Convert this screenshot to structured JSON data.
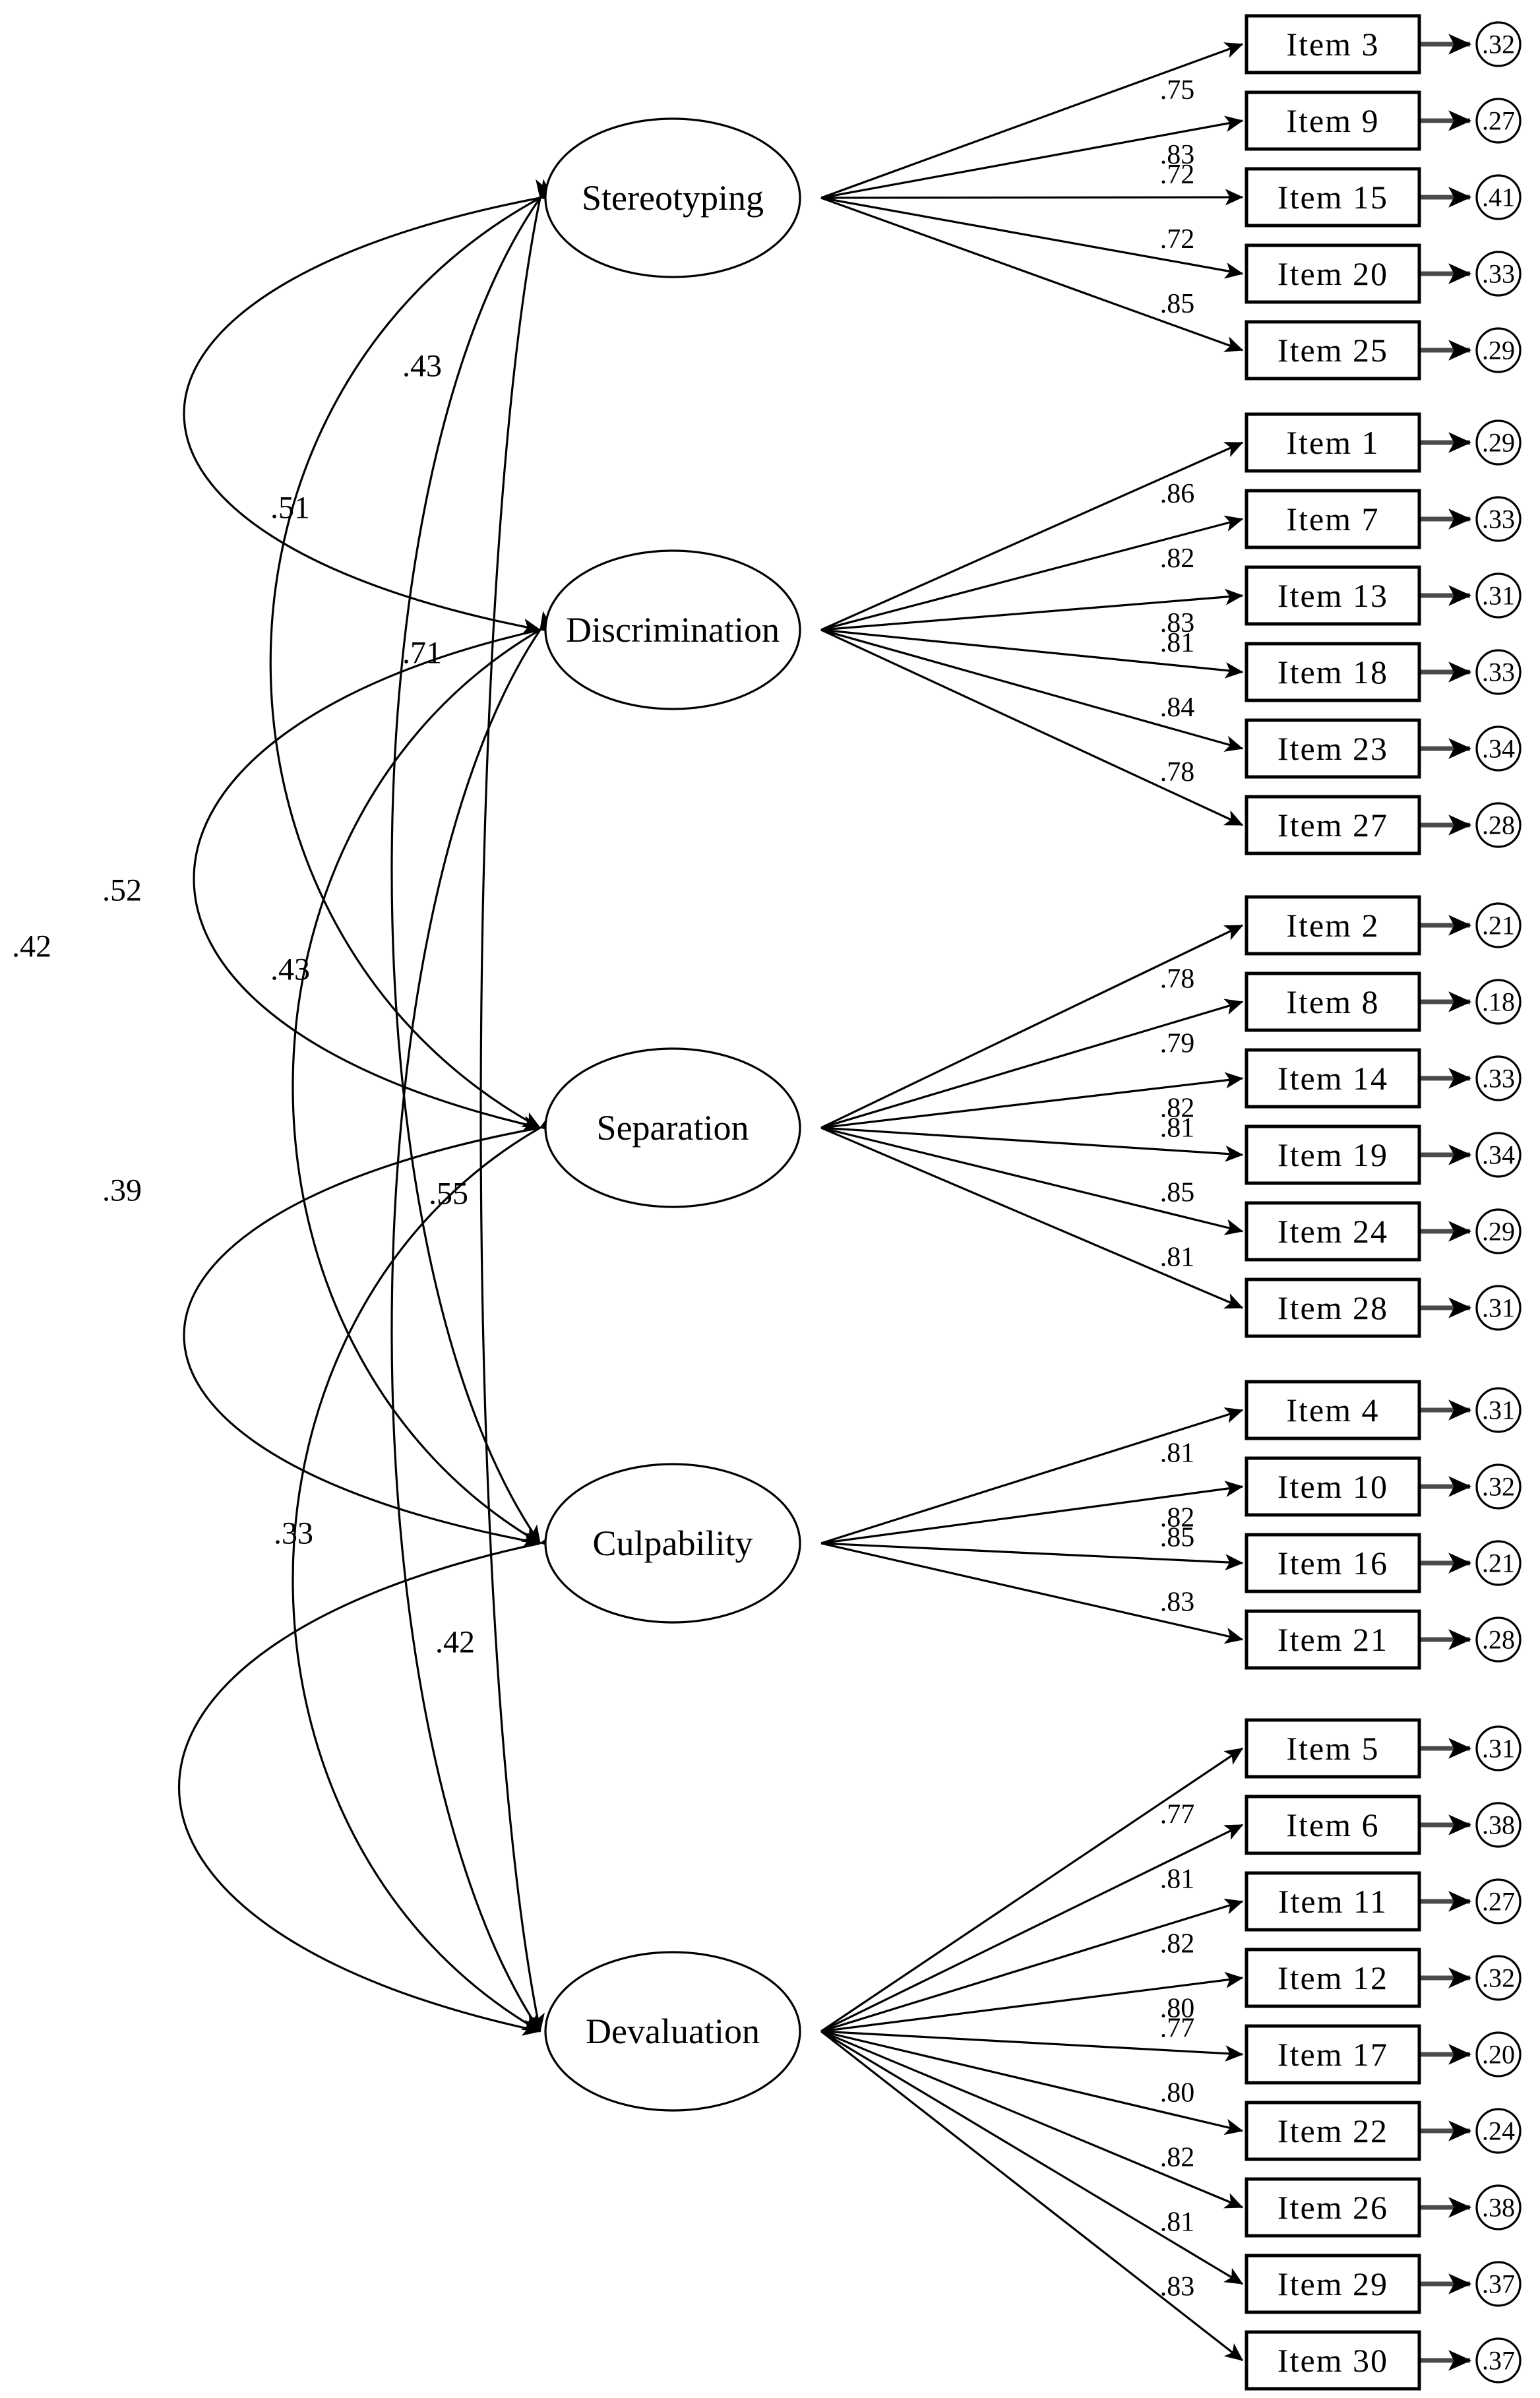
{
  "diagram": {
    "type": "cfa-path-diagram",
    "title": "Five-factor confirmatory factor analysis measurement model",
    "notation": {
      "latent_shape": "ellipse",
      "observed_shape": "rectangle",
      "residual_shape": "circle",
      "loading_arrow": "single-headed",
      "correlation_arrow": "double-headed-curve"
    },
    "colors": {
      "stroke": "#000000",
      "fill": "#ffffff",
      "residual_edge": "#4a4a4a"
    }
  },
  "chart_data": {
    "type": "diagram",
    "title": "Five-factor measurement model with standardized loadings and residuals",
    "factors": [
      {
        "id": "stereotyping",
        "name": "Stereotyping",
        "indicators": [
          {
            "label": "Item 3",
            "loading": ".75",
            "residual": ".32"
          },
          {
            "label": "Item 9",
            "loading": ".83",
            "residual": ".27"
          },
          {
            "label": "Item 15",
            "loading": ".72",
            "residual": ".41"
          },
          {
            "label": "Item 20",
            "loading": ".72",
            "residual": ".33"
          },
          {
            "label": "Item 25",
            "loading": ".85",
            "residual": ".29"
          }
        ]
      },
      {
        "id": "discrimination",
        "name": "Discrimination",
        "indicators": [
          {
            "label": "Item 1",
            "loading": ".86",
            "residual": ".29"
          },
          {
            "label": "Item 7",
            "loading": ".82",
            "residual": ".33"
          },
          {
            "label": "Item 13",
            "loading": ".83",
            "residual": ".31"
          },
          {
            "label": "Item 18",
            "loading": ".81",
            "residual": ".33"
          },
          {
            "label": "Item 23",
            "loading": ".84",
            "residual": ".34"
          },
          {
            "label": "Item 27",
            "loading": ".78",
            "residual": ".28"
          }
        ]
      },
      {
        "id": "separation",
        "name": "Separation",
        "indicators": [
          {
            "label": "Item 2",
            "loading": ".78",
            "residual": ".21"
          },
          {
            "label": "Item 8",
            "loading": ".79",
            "residual": ".18"
          },
          {
            "label": "Item 14",
            "loading": ".82",
            "residual": ".33"
          },
          {
            "label": "Item 19",
            "loading": ".81",
            "residual": ".34"
          },
          {
            "label": "Item 24",
            "loading": ".85",
            "residual": ".29"
          },
          {
            "label": "Item 28",
            "loading": ".81",
            "residual": ".31"
          }
        ]
      },
      {
        "id": "culpability",
        "name": "Culpability",
        "indicators": [
          {
            "label": "Item 4",
            "loading": ".81",
            "residual": ".31"
          },
          {
            "label": "Item 10",
            "loading": ".82",
            "residual": ".32"
          },
          {
            "label": "Item 16",
            "loading": ".85",
            "residual": ".21"
          },
          {
            "label": "Item 21",
            "loading": ".83",
            "residual": ".28"
          }
        ]
      },
      {
        "id": "devaluation",
        "name": "Devaluation",
        "indicators": [
          {
            "label": "Item 5",
            "loading": ".77",
            "residual": ".31"
          },
          {
            "label": "Item 6",
            "loading": ".81",
            "residual": ".38"
          },
          {
            "label": "Item 11",
            "loading": ".82",
            "residual": ".27"
          },
          {
            "label": "Item 12",
            "loading": ".80",
            "residual": ".32"
          },
          {
            "label": "Item 17",
            "loading": ".77",
            "residual": ".20"
          },
          {
            "label": "Item 22",
            "loading": ".80",
            "residual": ".24"
          },
          {
            "label": "Item 26",
            "loading": ".82",
            "residual": ".38"
          },
          {
            "label": "Item 29",
            "loading": ".81",
            "residual": ".37"
          },
          {
            "label": "Item 30",
            "loading": ".83",
            "residual": ".37"
          }
        ]
      }
    ],
    "factor_correlations": [
      {
        "from": "stereotyping",
        "to": "discrimination",
        "value": ".43"
      },
      {
        "from": "stereotyping",
        "to": "separation",
        "value": ".51"
      },
      {
        "from": "stereotyping",
        "to": "culpability",
        "value": ".52"
      },
      {
        "from": "stereotyping",
        "to": "devaluation",
        "value": ".42"
      },
      {
        "from": "discrimination",
        "to": "separation",
        "value": ".71"
      },
      {
        "from": "discrimination",
        "to": "culpability",
        "value": ".43"
      },
      {
        "from": "discrimination",
        "to": "devaluation",
        "value": ".39"
      },
      {
        "from": "separation",
        "to": "culpability",
        "value": ".55"
      },
      {
        "from": "separation",
        "to": "devaluation",
        "value": ".33"
      },
      {
        "from": "culpability",
        "to": "devaluation",
        "value": ".42"
      }
    ]
  }
}
